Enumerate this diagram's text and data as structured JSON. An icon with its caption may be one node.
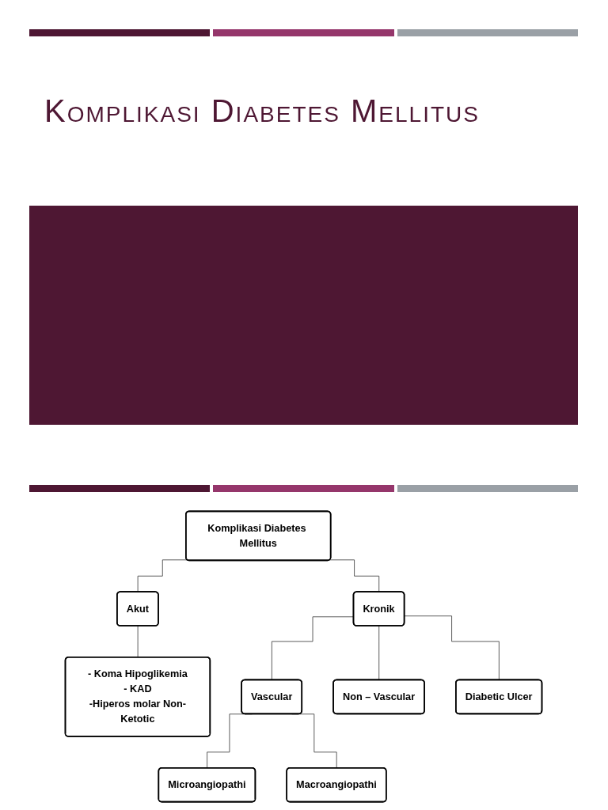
{
  "diagram": {
    "title": "Komplikasi Diabetes Mellitus",
    "nodes": [
      {
        "text": [
          "Komplikasi Diabetes Mellitus"
        ]
      },
      {
        "text": [
          "Akut"
        ]
      },
      {
        "text": [
          "Kronik"
        ]
      },
      {
        "text": [
          "- Koma Hipoglikemia",
          "- KAD",
          "-Hiperos molar Non-Ketotic"
        ]
      },
      {
        "text": [
          "Vascular"
        ]
      },
      {
        "text": [
          "Non – Vascular"
        ]
      },
      {
        "text": [
          "Diabetic Ulcer"
        ]
      },
      {
        "text": [
          "Microangiopathi"
        ]
      },
      {
        "text": [
          "Macroangiopathi"
        ]
      }
    ],
    "edges": [
      {
        "from": 0,
        "to": 1,
        "arrow": "none"
      },
      {
        "from": 0,
        "to": 2,
        "arrow": "none"
      },
      {
        "from": 1,
        "to": 3,
        "arrow": "none"
      },
      {
        "from": 2,
        "to": 4,
        "arrow": "none"
      },
      {
        "from": 2,
        "to": 5,
        "arrow": "none"
      },
      {
        "from": 2,
        "to": 6,
        "arrow": "none"
      },
      {
        "from": 4,
        "to": 7,
        "arrow": "none"
      },
      {
        "from": 4,
        "to": 8,
        "arrow": "none"
      }
    ]
  }
}
